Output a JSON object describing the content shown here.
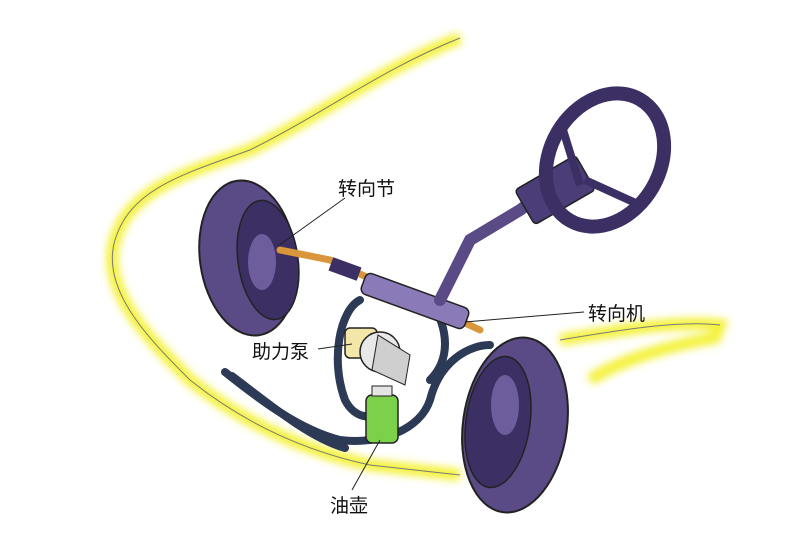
{
  "labels": {
    "knuckle": "转向节",
    "steering_gear": "转向机",
    "power_pump": "助力泵",
    "reservoir": "油壶"
  },
  "colors": {
    "car_outline": "#f4f23a",
    "tire": "#5a4a86",
    "tire_dark": "#3b2f63",
    "hose": "#2c3a55",
    "rack": "#d9963a",
    "reservoir": "#7bd24a",
    "pump": "#f2e6a8"
  }
}
